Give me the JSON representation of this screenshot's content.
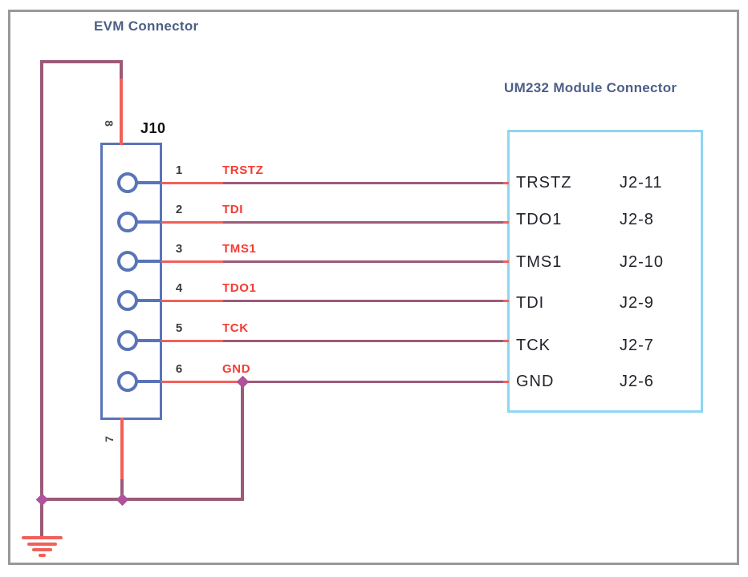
{
  "diagram": {
    "left_title": "EVM Connector",
    "right_title": "UM232 Module Connector",
    "evm_connector": {
      "ref": "J10",
      "top_pin_number": "8",
      "bottom_pin_number": "7",
      "pins": [
        {
          "number": "1",
          "signal": "TRSTZ"
        },
        {
          "number": "2",
          "signal": "TDI"
        },
        {
          "number": "3",
          "signal": "TMS1"
        },
        {
          "number": "4",
          "signal": "TDO1"
        },
        {
          "number": "5",
          "signal": "TCK"
        },
        {
          "number": "6",
          "signal": "GND"
        }
      ]
    },
    "um232_connector": {
      "rows": [
        {
          "signal": "TRSTZ",
          "pin": "J2-11"
        },
        {
          "signal": "TDO1",
          "pin": "J2-8"
        },
        {
          "signal": "TMS1",
          "pin": "J2-10"
        },
        {
          "signal": "TDI",
          "pin": "J2-9"
        },
        {
          "signal": "TCK",
          "pin": "J2-7"
        },
        {
          "signal": "GND",
          "pin": "J2-6"
        }
      ]
    },
    "colors": {
      "wire_red": "#f2605a",
      "wire_purple": "#9c5a78",
      "junction_magenta": "#b0519b",
      "connector_blue": "#5974b8",
      "module_cyan": "#8fd6f0",
      "title_slate": "#4c5f88",
      "signal_label_red": "#f43b33",
      "pin_number_gray": "#3b3b3b",
      "module_text": "#23232b",
      "frame_gray": "#98999b"
    }
  }
}
